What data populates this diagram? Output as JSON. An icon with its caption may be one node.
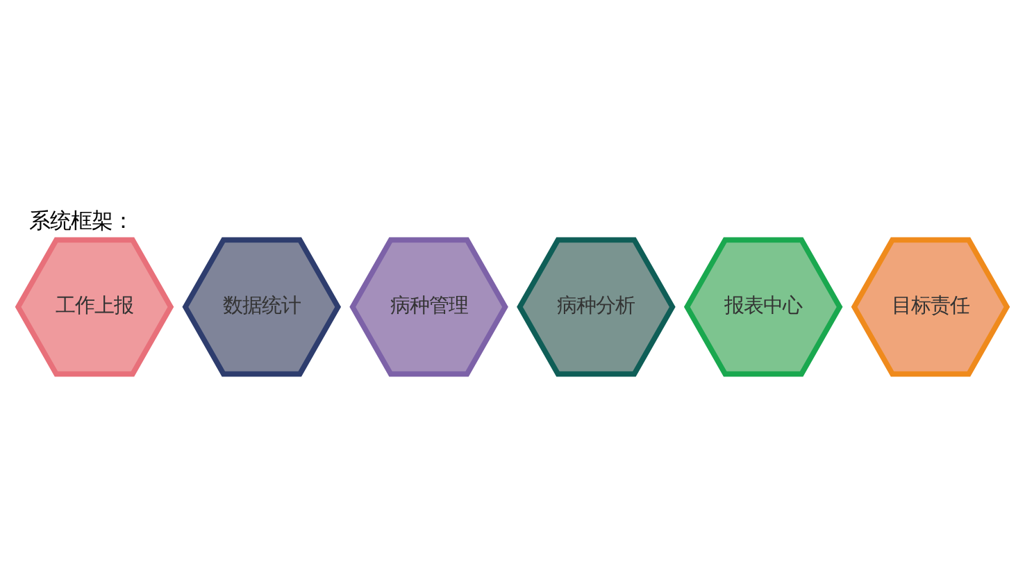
{
  "diagram": {
    "title": "系统框架：",
    "nodes": [
      {
        "text": [
          "工作上报"
        ]
      },
      {
        "text": [
          "数据统计"
        ]
      },
      {
        "text": [
          "病种管理"
        ]
      },
      {
        "text": [
          "病种分析"
        ]
      },
      {
        "text": [
          "报表中心"
        ]
      },
      {
        "text": [
          "目标责任"
        ]
      }
    ]
  }
}
